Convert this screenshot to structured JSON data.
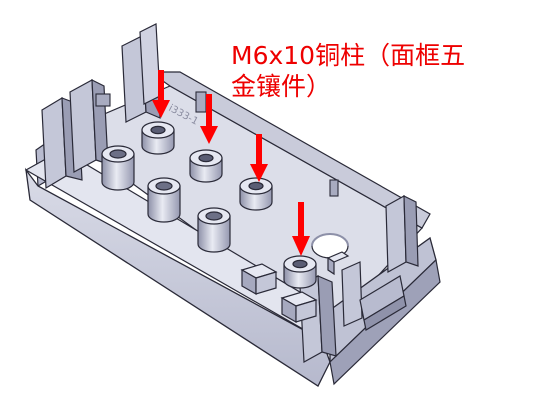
{
  "annotation": {
    "line1": "M6x10铜柱（面框五",
    "line2": "金镶件）",
    "color": "#ee0000"
  },
  "part_text": "i333-1",
  "colors": {
    "body": "#d6d8e4",
    "body_dark": "#a9acc2",
    "body_light": "#eceef6",
    "outline": "#2a2a38",
    "arrow": "#ff0000"
  }
}
